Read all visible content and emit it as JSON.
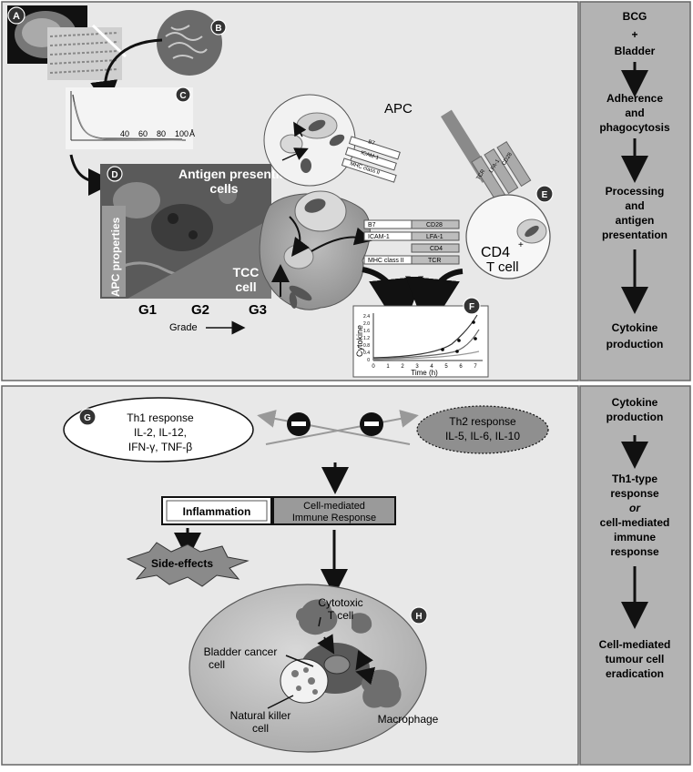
{
  "top_panel": {
    "panel_letters": {
      "a": "A",
      "b": "B",
      "c": "C",
      "d": "D",
      "e": "E",
      "f": "F"
    },
    "spectrum_ticks": [
      "40",
      "60",
      "80",
      "100",
      "Å"
    ],
    "apc_label": "APC",
    "antigen_presenting_cells": [
      "Antigen presenting",
      "cells"
    ],
    "apc_properties": "APC properties",
    "tcc_cell": [
      "TCC",
      "cell"
    ],
    "grades": [
      "G1",
      "G2",
      "G3"
    ],
    "grade_label": "Grade",
    "cd4_label": [
      "CD4",
      "+",
      "T cell"
    ],
    "molecule_labels": {
      "b7": "B7",
      "icam1": "ICAM-1",
      "mhc2": "MHC class II",
      "cd28": "CD28",
      "lfa1": "LFA-1",
      "cd4": "CD4",
      "tcr": "TCR"
    },
    "cytokine_axis": {
      "y_label": "Cytokine",
      "x_label": "Time (h)",
      "x_ticks": [
        "0",
        "1",
        "2",
        "3",
        "4",
        "5",
        "6",
        "7"
      ],
      "y_ticks": [
        "0",
        "0.4",
        "0.8",
        "1.2",
        "1.6",
        "2.0",
        "2.4"
      ]
    }
  },
  "top_flow": {
    "steps": [
      [
        "BCG",
        "+",
        "Bladder"
      ],
      [
        "Adherence",
        "and",
        "phagocytosis"
      ],
      [
        "Processing",
        "and",
        "antigen",
        "presentation"
      ],
      [
        "Cytokine",
        "production"
      ]
    ]
  },
  "bottom_panel": {
    "panel_letters": {
      "g": "G",
      "h": "H"
    },
    "th1": [
      "Th1 response",
      "IL-2, IL-12,",
      "IFN-γ, TNF-β"
    ],
    "th2": [
      "Th2 response",
      "IL-5, IL-6, IL-10"
    ],
    "inflammation": "Inflammation",
    "cell_mediated": [
      "Cell-mediated",
      "Immune Response"
    ],
    "side_effects": "Side-effects",
    "cytotoxic": [
      "Cytotoxic",
      "T cell"
    ],
    "bladder_cancer": [
      "Bladder cancer",
      "cell"
    ],
    "natural_killer": [
      "Natural killer",
      "cell"
    ],
    "macrophage": "Macrophage"
  },
  "bottom_flow": {
    "steps": [
      [
        "Cytokine",
        "production"
      ],
      [
        "Th1-type",
        "response",
        "or",
        "cell-mediated",
        "immune",
        "response"
      ],
      [
        "Cell-mediated",
        "tumour cell",
        "eradication"
      ]
    ]
  }
}
